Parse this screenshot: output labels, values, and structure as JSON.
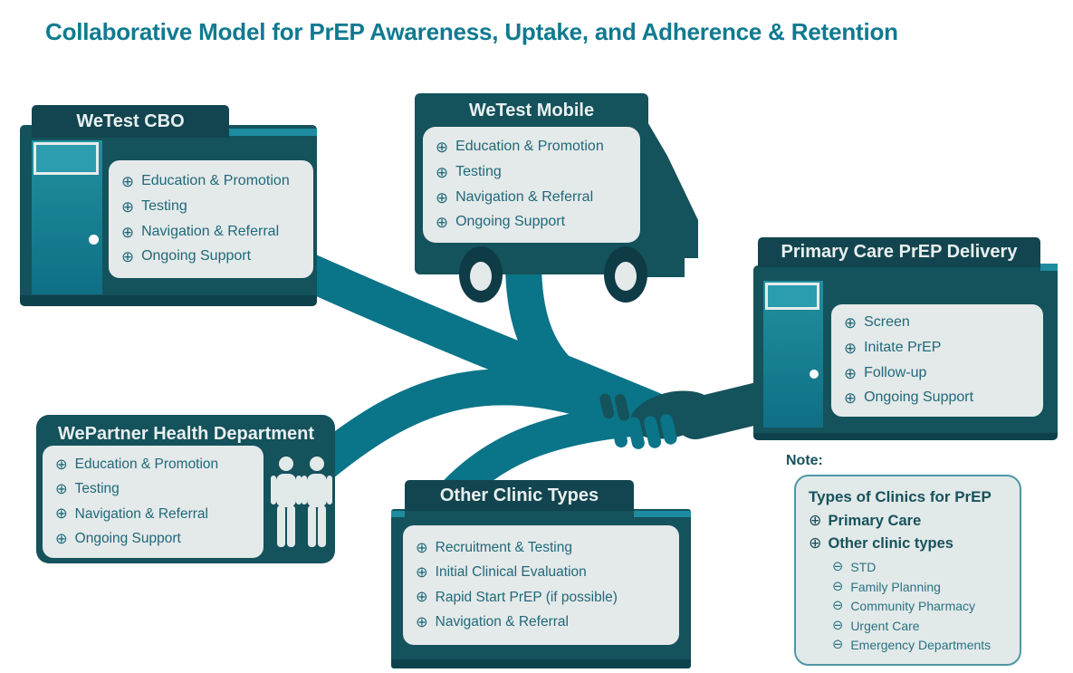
{
  "title": "Collaborative Model for PrEP Awareness, Uptake, and Adherence & Retention",
  "glyphs": {
    "plus": "⊕",
    "minus": "⊖"
  },
  "colors": {
    "accent_teal": "#0a7488",
    "dark_teal": "#14525c",
    "tab_teal": "#12454f",
    "stripe_teal": "#1e8ca0",
    "panel_gray": "#e4e9e9",
    "title_teal": "#0f7a90",
    "list_text": "#20697a",
    "note_border": "#4e96a4"
  },
  "boxes": {
    "cbo": {
      "title": "WeTest CBO",
      "items": [
        "Education & Promotion",
        "Testing",
        "Navigation & Referral",
        "Ongoing Support"
      ]
    },
    "mobile": {
      "title": "WeTest Mobile",
      "items": [
        "Education & Promotion",
        "Testing",
        "Navigation & Referral",
        "Ongoing Support"
      ]
    },
    "primary": {
      "title": "Primary Care PrEP Delivery",
      "items": [
        "Screen",
        "Initate PrEP",
        "Follow-up",
        "Ongoing Support"
      ]
    },
    "partner": {
      "title": "WePartner Health Department",
      "items": [
        "Education & Promotion",
        "Testing",
        "Navigation & Referral",
        "Ongoing Support"
      ]
    },
    "other": {
      "title": "Other Clinic Types",
      "items": [
        "Recruitment & Testing",
        "Initial Clinical Evaluation",
        "Rapid Start PrEP (if possible)",
        "Navigation & Referral"
      ]
    }
  },
  "note": {
    "label": "Note:",
    "heading": "Types of Clinics for PrEP",
    "bold_items": [
      "Primary Care",
      "Other clinic types"
    ],
    "sub_items": [
      "STD",
      "Family Planning",
      "Community Pharmacy",
      "Urgent Care",
      "Emergency Departments"
    ]
  }
}
